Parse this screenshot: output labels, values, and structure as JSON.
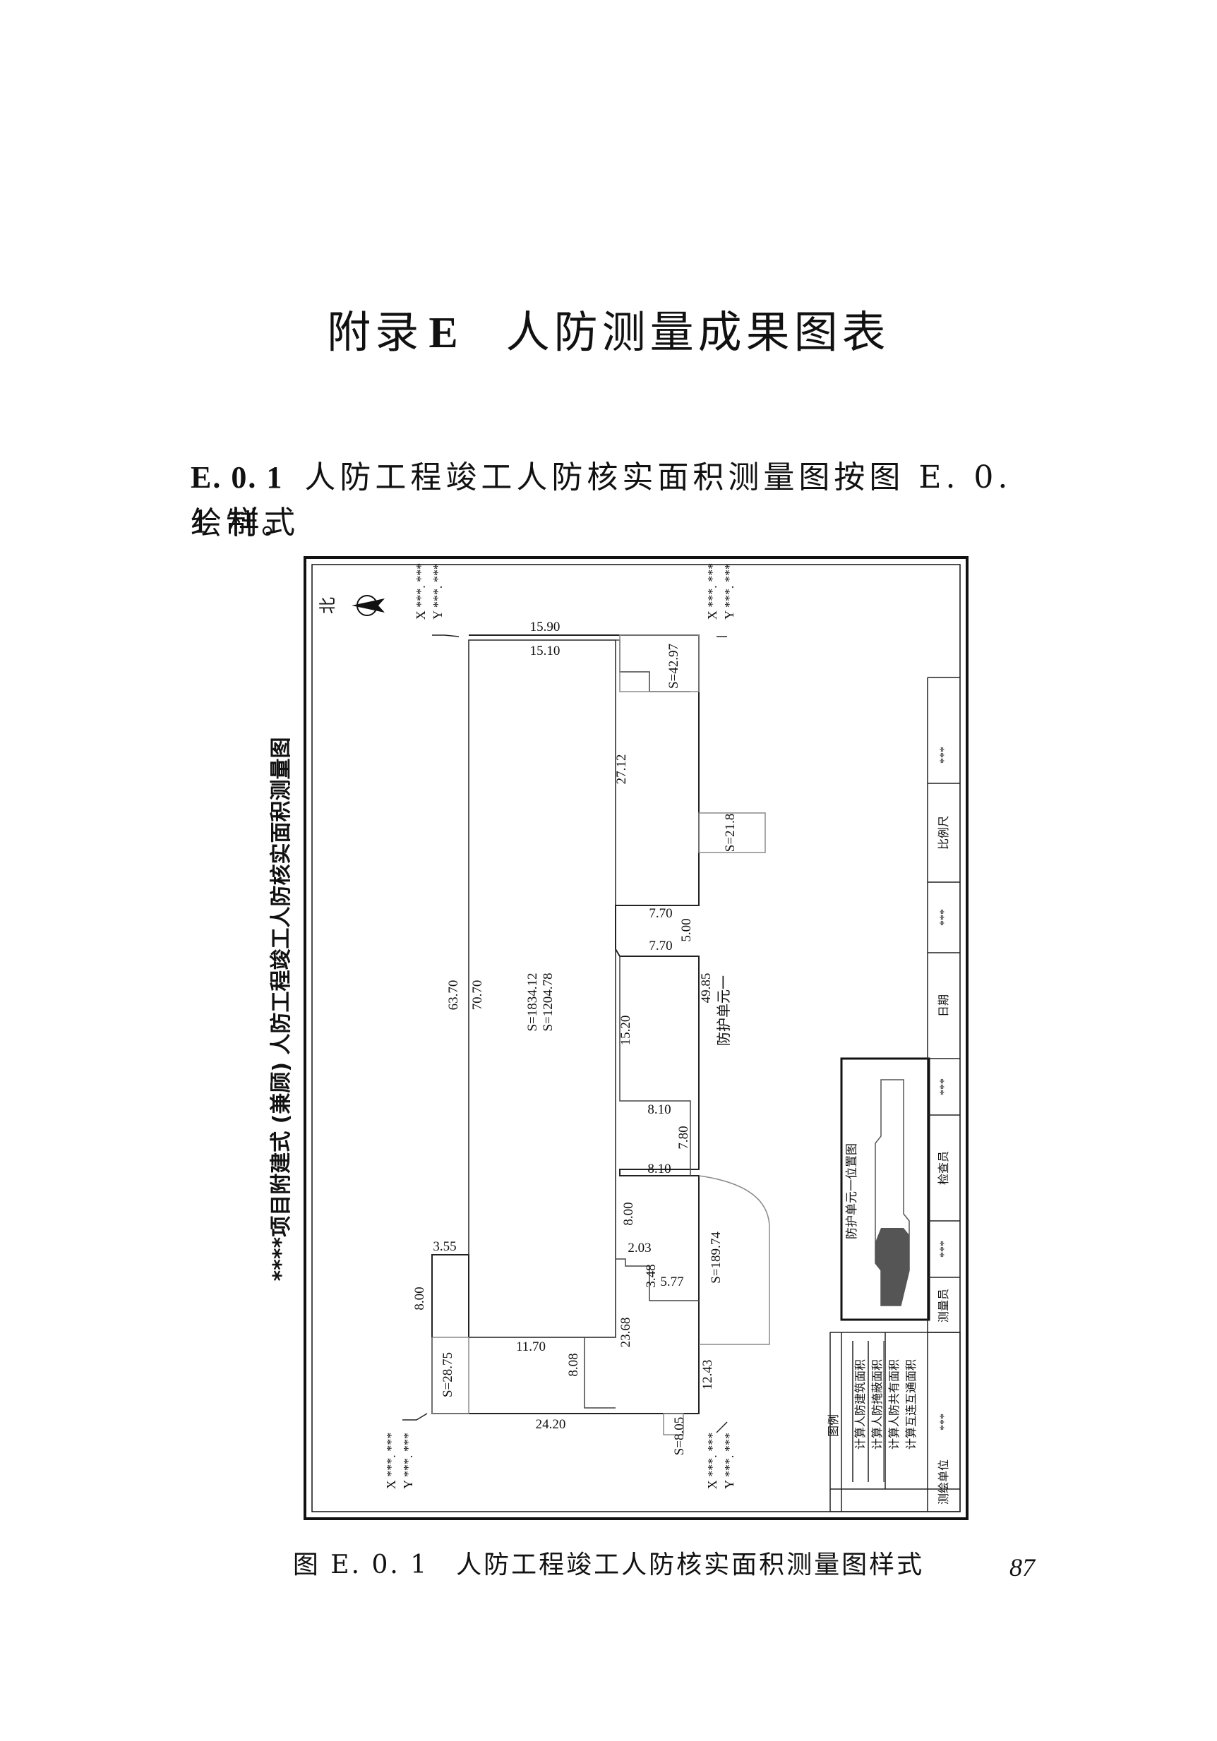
{
  "appendix": {
    "prefix": "附录",
    "letter": "E",
    "title": "人防测量成果图表"
  },
  "clause": {
    "number": "E. 0. 1",
    "text_line1": "人防工程竣工人防核实面积测量图按图 E. 0. 1 样式",
    "text_line2": "绘制。"
  },
  "drawing": {
    "title": "****项目附建式 (兼顾) 人防工程竣工人防核实面积测量图",
    "north_label": "北",
    "corner_coords": {
      "x": "X ***. ***",
      "y": "Y ***. ***"
    },
    "dims": {
      "top_outer": "15.90",
      "top_inner": "15.10",
      "left_outer": "63.70",
      "left_inner": "70.70",
      "r_27_12": "27.12",
      "r_7_70a": "7.70",
      "r_5_00": "5.00",
      "r_7_70b": "7.70",
      "r_15_20": "15.20",
      "r_49_85": "49.85",
      "r_8_10a": "8.10",
      "r_7_80": "7.80",
      "r_8_10b": "8.10",
      "r_8_00": "8.00",
      "r_2_03": "2.03",
      "r_3_48": "3.48",
      "r_5_77": "5.77",
      "r_23_68": "23.68",
      "r_12_43": "12.43",
      "l_3_55": "3.55",
      "l_8_00": "8.00",
      "b_11_70": "11.70",
      "b_8_08": "8.08",
      "b_24_20": "24.20"
    },
    "areas": {
      "main_s1": "S=1834.12",
      "main_s2": "S=1204.78",
      "top_right": "S=42.97",
      "right_box": "S=21.8",
      "arc_room": "S=189.74",
      "left_room": "S=28.75",
      "small_bottom": "S=8.05"
    },
    "unit_label": "防护单元一",
    "location_label": "防护单元一位置图",
    "title_block": {
      "scale_label": "比例尺",
      "scale_value": "***",
      "date_label": "日期",
      "date_value": "***",
      "checker_label": "检查员",
      "checker_value": "***",
      "surveyor_label": "测量员",
      "surveyor_value": "***",
      "unit_label": "测绘单位",
      "unit_value": "***"
    },
    "legend": {
      "title": "图例",
      "items": [
        "计算人防建筑面积",
        "计算人防掩蔽面积",
        "计算人防共有面积",
        "计算互连互通面积"
      ]
    }
  },
  "caption": "图 E. 0. 1　人防工程竣工人防核实面积测量图样式",
  "page_number": "87",
  "colors": {
    "line": "#222222",
    "hatch": "#444444",
    "light": "#8a8a8a"
  }
}
